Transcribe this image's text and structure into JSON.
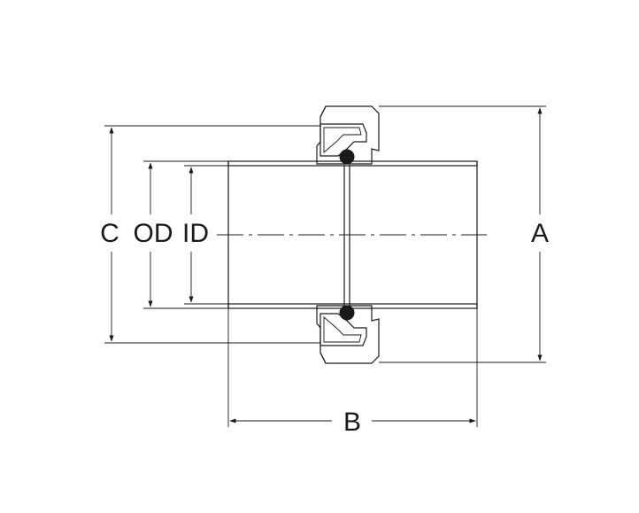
{
  "dimensions": {
    "A": "A",
    "B": "B",
    "C": "C",
    "OD": "OD",
    "ID": "ID"
  },
  "colors": {
    "line": "#1a1a1a",
    "background": "#ffffff"
  }
}
